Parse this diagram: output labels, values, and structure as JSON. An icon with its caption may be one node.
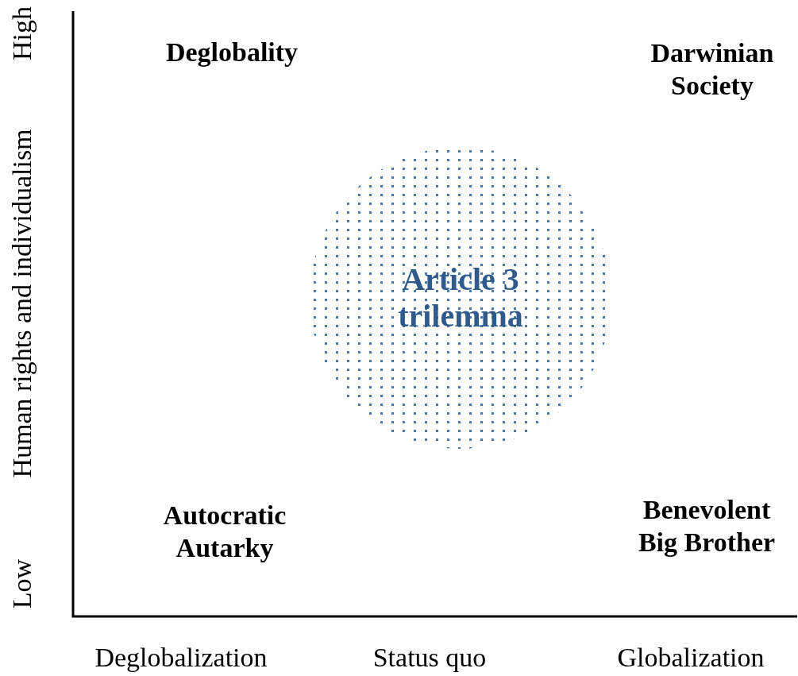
{
  "diagram": {
    "nodes": [
      {
        "text": [
          "Article 3 trilemma"
        ]
      }
    ],
    "labels": [
      "High",
      "Deglobality",
      "Darwinian Society",
      "Human rights and individualism",
      "Autocratic Autarky",
      "Benevolent Big Brother",
      "Low",
      "Deglobalization",
      "Status quo",
      "Globalization"
    ]
  }
}
